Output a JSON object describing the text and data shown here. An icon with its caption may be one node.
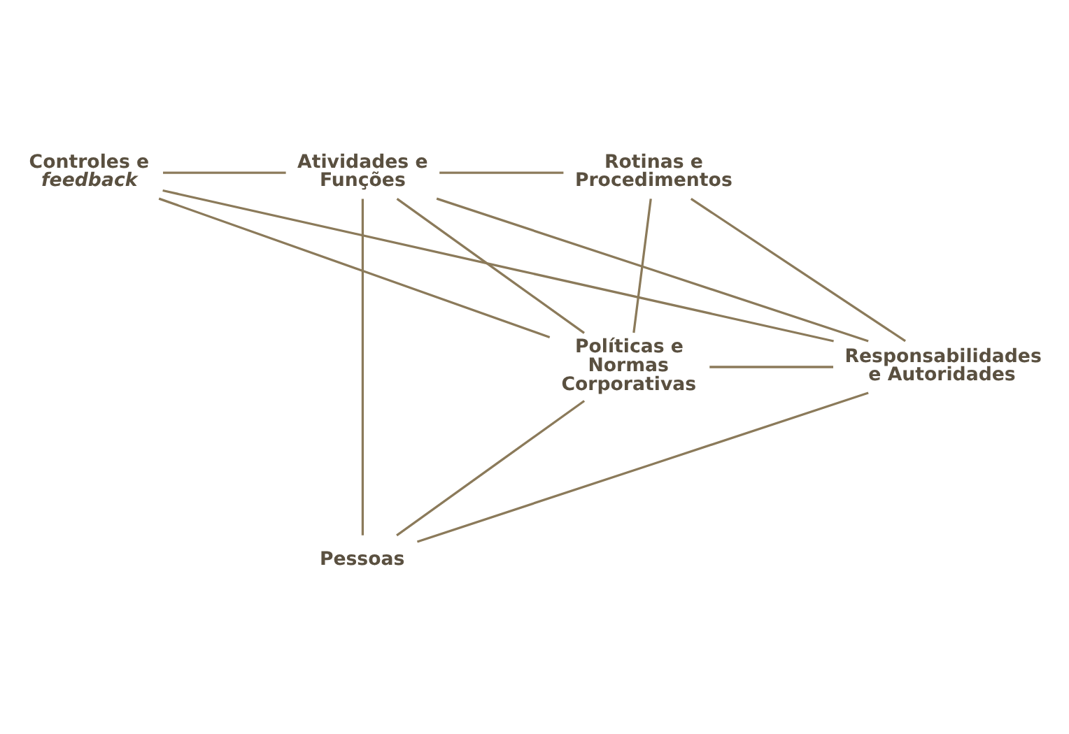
{
  "diagram": {
    "nodes": [
      {
        "text": [
          "Controles e *feedback*"
        ]
      },
      {
        "text": [
          "Atividades e Funções"
        ]
      },
      {
        "text": [
          "Rotinas e Procedimentos"
        ]
      },
      {
        "text": [
          "Políticas e Normas Corporativas"
        ]
      },
      {
        "text": [
          "Responsabilidades e Autoridades"
        ]
      },
      {
        "text": [
          "Pessoas"
        ]
      }
    ],
    "edges": [
      {
        "from": 0,
        "to": 1,
        "arrow": "none"
      },
      {
        "from": 1,
        "to": 2,
        "arrow": "none"
      },
      {
        "from": 0,
        "to": 3,
        "arrow": "none"
      },
      {
        "from": 3,
        "to": 5,
        "arrow": "none"
      },
      {
        "from": 2,
        "to": 4,
        "arrow": "none"
      },
      {
        "from": 4,
        "to": 5,
        "arrow": "none"
      },
      {
        "from": 0,
        "to": 4,
        "arrow": "none"
      },
      {
        "from": 2,
        "to": 3,
        "arrow": "none"
      },
      {
        "from": 1,
        "to": 5,
        "arrow": "none"
      },
      {
        "from": 1,
        "to": 3,
        "arrow": "none"
      },
      {
        "from": 1,
        "to": 4,
        "arrow": "none"
      },
      {
        "from": 3,
        "to": 4,
        "arrow": "none"
      }
    ]
  }
}
